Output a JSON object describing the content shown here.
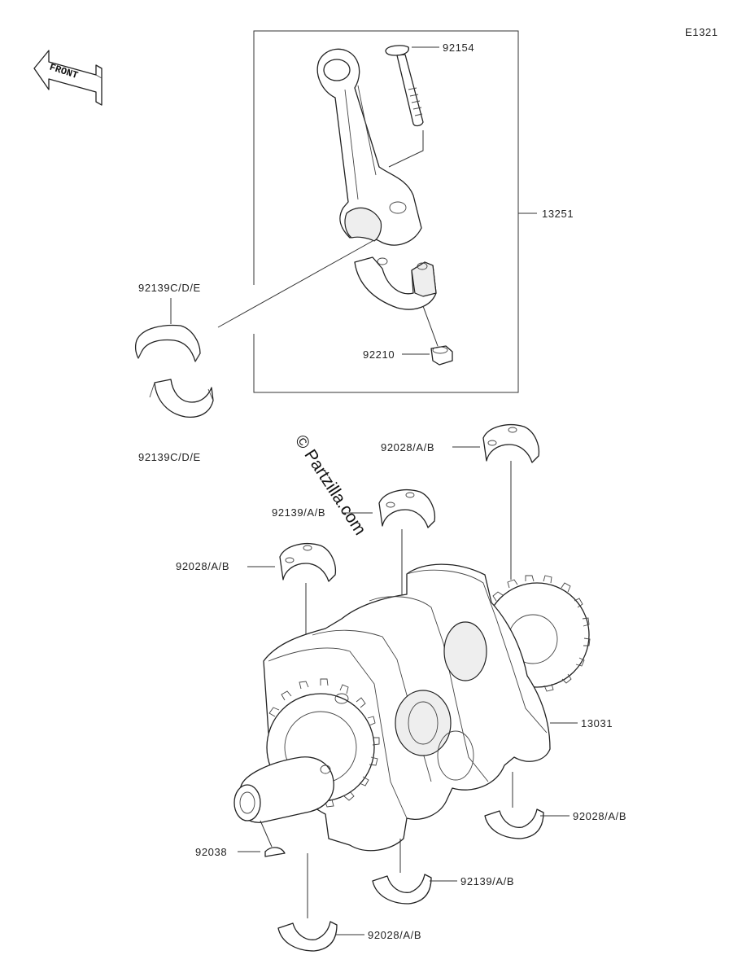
{
  "diagram_code": "E1321",
  "front_label": "FRONT",
  "watermark": "© Partzilla.com",
  "callouts": {
    "bolt": "92154",
    "conrod_assy": "13251",
    "conrod_bearing_upper": "92139C/D/E",
    "conrod_bearing_lower": "92139C/D/E",
    "nut": "92210",
    "main_bearing_top_right": "92028/A/B",
    "main_bearing_top_center": "92139/A/B",
    "main_bearing_top_left": "92028/A/B",
    "crankshaft": "13031",
    "main_bearing_bottom_right": "92028/A/B",
    "main_bearing_bottom_center": "92139/A/B",
    "key": "92038",
    "main_bearing_bottom_left": "92028/A/B"
  }
}
